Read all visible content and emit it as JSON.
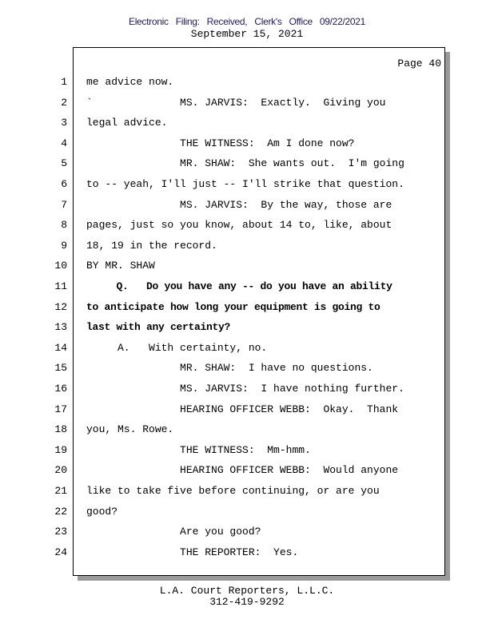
{
  "header": {
    "filing": "Electronic Filing: Received, Clerk's Office 09/22/2021",
    "date": "September 15, 2021"
  },
  "page_label": "Page 40",
  "lines": [
    {
      "n": "1",
      "text": "me advice now.",
      "bold": false
    },
    {
      "n": "2",
      "text": "`              MS. JARVIS:  Exactly.  Giving you",
      "bold": false
    },
    {
      "n": "3",
      "text": "legal advice.",
      "bold": false
    },
    {
      "n": "4",
      "text": "               THE WITNESS:  Am I done now?",
      "bold": false
    },
    {
      "n": "5",
      "text": "               MR. SHAW:  She wants out.  I'm going",
      "bold": false
    },
    {
      "n": "6",
      "text": "to -- yeah, I'll just -- I'll strike that question.",
      "bold": false
    },
    {
      "n": "7",
      "text": "               MS. JARVIS:  By the way, those are",
      "bold": false
    },
    {
      "n": "8",
      "text": "pages, just so you know, about 14 to, like, about",
      "bold": false
    },
    {
      "n": "9",
      "text": "18, 19 in the record.",
      "bold": false
    },
    {
      "n": "10",
      "text": "BY MR. SHAW",
      "bold": false
    },
    {
      "n": "11",
      "text": "     Q.   Do you have any -- do you have an ability",
      "bold": true
    },
    {
      "n": "12",
      "text": "to anticipate how long your equipment is going to",
      "bold": true
    },
    {
      "n": "13",
      "text": "last with any certainty?",
      "bold": true
    },
    {
      "n": "14",
      "text": "     A.   With certainty, no.",
      "bold": false
    },
    {
      "n": "15",
      "text": "               MR. SHAW:  I have no questions.",
      "bold": false
    },
    {
      "n": "16",
      "text": "               MS. JARVIS:  I have nothing further.",
      "bold": false
    },
    {
      "n": "17",
      "text": "               HEARING OFFICER WEBB:  Okay.  Thank",
      "bold": false
    },
    {
      "n": "18",
      "text": "you, Ms. Rowe.",
      "bold": false
    },
    {
      "n": "19",
      "text": "               THE WITNESS:  Mm-hmm.",
      "bold": false
    },
    {
      "n": "20",
      "text": "               HEARING OFFICER WEBB:  Would anyone",
      "bold": false
    },
    {
      "n": "21",
      "text": "like to take five before continuing, or are you",
      "bold": false
    },
    {
      "n": "22",
      "text": "good?",
      "bold": false
    },
    {
      "n": "23",
      "text": "               Are you good?",
      "bold": false
    },
    {
      "n": "24",
      "text": "               THE REPORTER:  Yes.",
      "bold": false
    }
  ],
  "footer": {
    "company": "L.A. Court Reporters, L.L.C.",
    "phone": "312-419-9292"
  }
}
